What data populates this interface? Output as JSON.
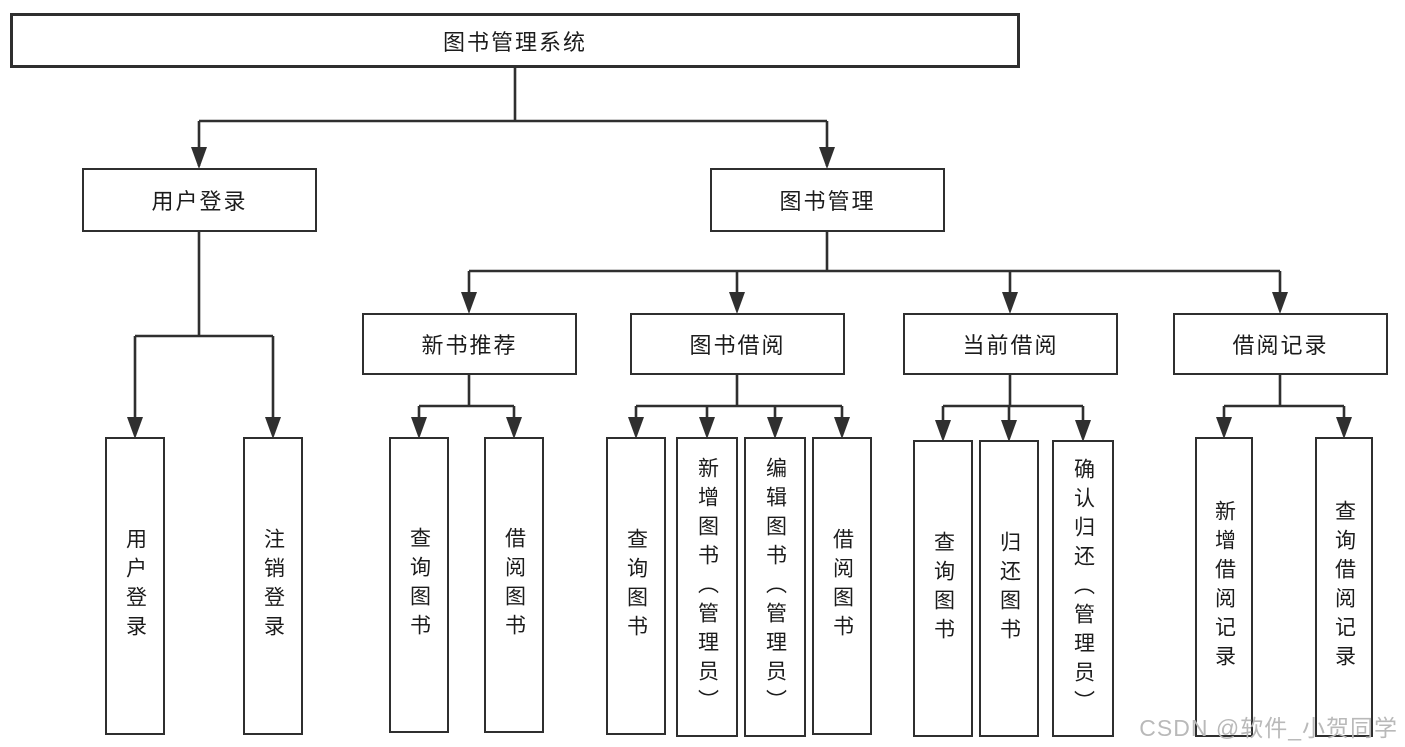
{
  "colors": {
    "line": "#2f2f2f",
    "text": "#1c1c1c",
    "watermark_gray": "#b9b9b9",
    "background": "#ffffff"
  },
  "tree": {
    "root": {
      "label": "图书管理系统"
    },
    "children": [
      {
        "label": "用户登录",
        "children": [
          {
            "label": "用户登录"
          },
          {
            "label": "注销登录"
          }
        ]
      },
      {
        "label": "图书管理",
        "children": [
          {
            "label": "新书推荐",
            "children": [
              {
                "label": "查询图书"
              },
              {
                "label": "借阅图书"
              }
            ]
          },
          {
            "label": "图书借阅",
            "children": [
              {
                "label": "查询图书"
              },
              {
                "label": "新增图书（管理员）"
              },
              {
                "label": "编辑图书（管理员）"
              },
              {
                "label": "借阅图书"
              }
            ]
          },
          {
            "label": "当前借阅",
            "children": [
              {
                "label": "查询图书"
              },
              {
                "label": "归还图书"
              },
              {
                "label": "确认归还（管理员）"
              }
            ]
          },
          {
            "label": "借阅记录",
            "children": [
              {
                "label": "新增借阅记录"
              },
              {
                "label": "查询借阅记录"
              }
            ]
          }
        ]
      }
    ]
  },
  "watermark": {
    "text": "CSDN @软件_小贺同学"
  }
}
